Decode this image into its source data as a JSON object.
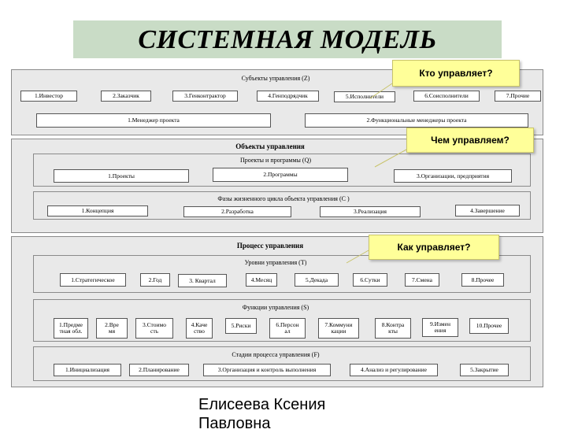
{
  "title": "СИСТЕМНАЯ МОДЕЛЬ",
  "subjects": {
    "header": "Субъекты управления (Z)",
    "row1": [
      "1.Инвестор",
      "2.Заказчик",
      "3.Генконтрактор",
      "4.Генподрядчик",
      "5.Исполнители",
      "6.Соисполнители",
      "7.Прочие"
    ],
    "row2": [
      "1.Менеджер проекта",
      "2.Функциональные менеджеры проекта"
    ]
  },
  "objects": {
    "header": "Объекты управления",
    "projects_header": "Проекты и программы (Q)",
    "projects": [
      "1.Проекты",
      "2.Программы",
      "3.Организации, предприятия"
    ],
    "phases_header": "Фазы жизненного цикла объекта управления (С )",
    "phases": [
      "1.Концепция",
      "2.Разработка",
      "3.Реализация",
      "4.Завершение"
    ]
  },
  "process": {
    "header": "Процесс управления",
    "levels_header": "Уровни управления (Т)",
    "levels": [
      "1.Стратегическое",
      "2.Год",
      "3. Квартал",
      "4.Месяц",
      "5.Декада",
      "6.Сутки",
      "7.Смена",
      "8.Прочее"
    ],
    "functions_header": "Функции управления (S)",
    "functions": [
      "1.Предме\nтная обл.",
      "2.Вре\nмя",
      "3.Стоимо\nсть",
      "4.Каче\nство",
      "5.Риски",
      "6.Персон\nал",
      "7.Коммуни\nкации",
      "8.Контра\nкты",
      "9.Измен\nения",
      "10.Прочее"
    ],
    "stages_header": "Стадии процесса управления (F)",
    "stages": [
      "1.Инициализация",
      "2.Планирование",
      "3.Организация и контроль выполнения",
      "4.Анализ и регулирование",
      "5.Закрытие"
    ]
  },
  "callouts": {
    "who": "Кто управляет?",
    "what": "Чем управляем?",
    "how": "Как управляет?"
  },
  "author": "Елисеева Ксения\nПавловна",
  "colors": {
    "title_bg": "#c9dcc6",
    "panel_bg": "#e9e9e9",
    "callout_bg": "#ffff99"
  }
}
